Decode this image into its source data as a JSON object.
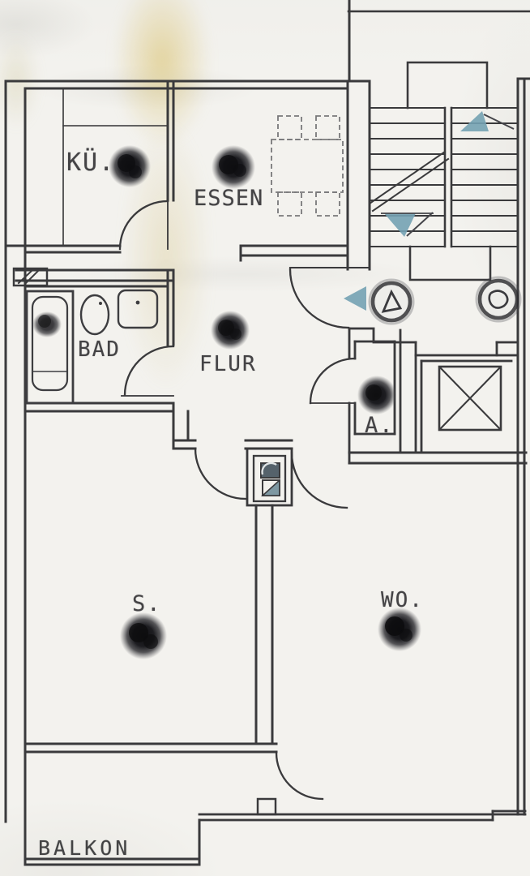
{
  "rooms": {
    "kitchen": {
      "label": "KÜ."
    },
    "dining": {
      "label": "ESSEN"
    },
    "bath": {
      "label": "BAD"
    },
    "hall": {
      "label": "FLUR"
    },
    "storage": {
      "label": "A."
    },
    "bedroom": {
      "label": "S."
    },
    "living": {
      "label": "WO."
    },
    "balcony": {
      "label": "BALKON"
    }
  },
  "colors": {
    "paper": "#f3f2ee",
    "ink": "#3a3a3c",
    "accent_teal": "#74a2b2",
    "stain_yellow": "#d6bc60"
  },
  "icons": [
    "bathtub-icon",
    "toilet-icon",
    "sink-icon",
    "shaft-hatch-icon",
    "dining-table-icon",
    "chair-icon",
    "stairs-icon",
    "stair-break-line",
    "stair-arrow-up-icon",
    "stair-arrow-down-icon",
    "entry-arrow-icon",
    "elevator-icon",
    "chimney-icon",
    "door-arc-icon",
    "scan-mark-icon",
    "landing-stamp-icon"
  ]
}
